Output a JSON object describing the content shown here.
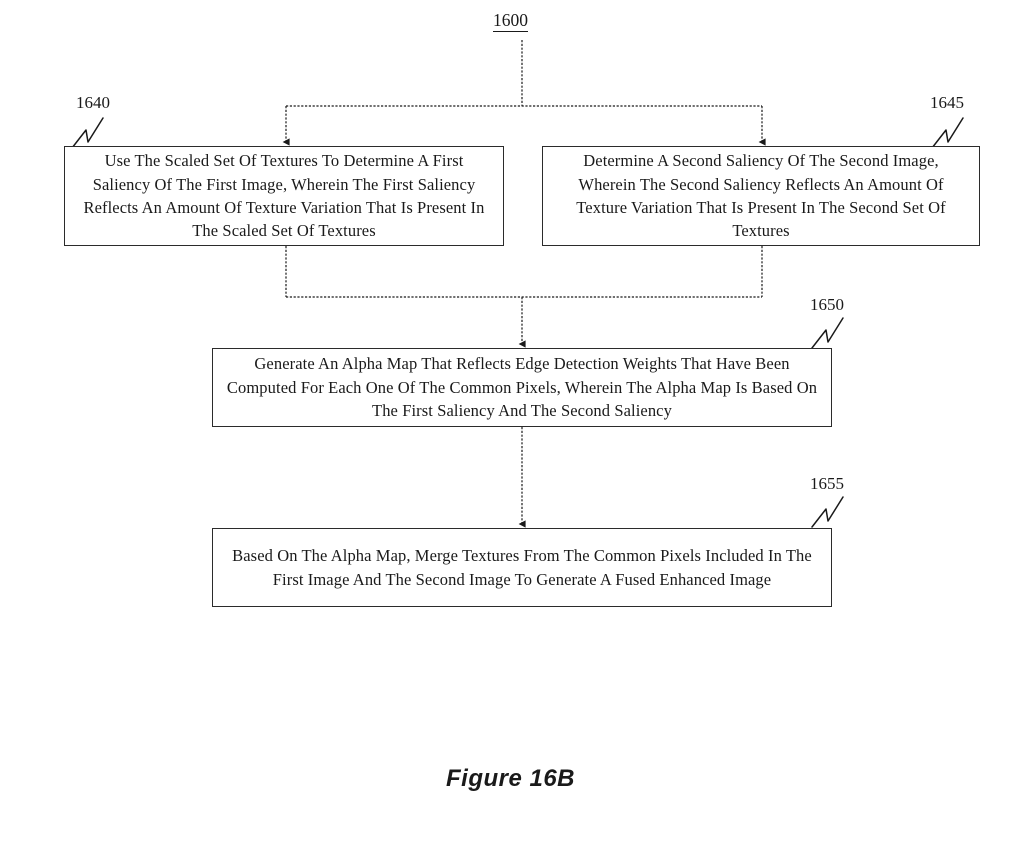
{
  "figure": {
    "diagram_id": "1600",
    "caption": "Figure 16B"
  },
  "nodes": [
    {
      "ref": "1640",
      "text": "Use The Scaled Set Of Textures To Determine A First Saliency Of The First Image, Wherein The First Saliency Reflects An Amount Of Texture Variation That Is Present In The Scaled Set Of Textures"
    },
    {
      "ref": "1645",
      "text": "Determine A Second Saliency Of The Second Image, Wherein The Second Saliency Reflects An Amount Of Texture Variation That Is Present In The Second Set Of Textures"
    },
    {
      "ref": "1650",
      "text": "Generate An Alpha Map That Reflects Edge Detection Weights That Have Been Computed For Each One Of The Common Pixels, Wherein The Alpha Map Is Based On The First Saliency And The Second Saliency"
    },
    {
      "ref": "1655",
      "text": "Based On The Alpha Map, Merge Textures From The Common Pixels Included In The First Image And The Second Image To Generate A Fused Enhanced Image"
    }
  ]
}
